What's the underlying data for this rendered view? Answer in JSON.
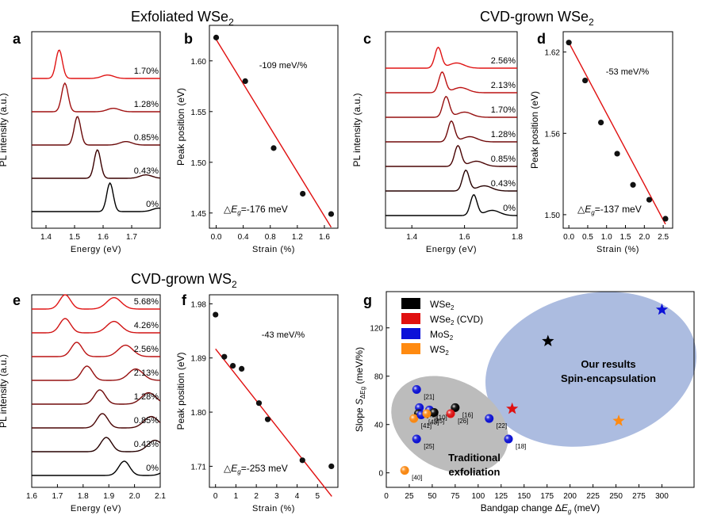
{
  "figure_titles": {
    "exfoliated": "Exfoliated WSe",
    "exfoliated_sub": "2",
    "cvd_wse2": "CVD-grown WSe",
    "cvd_wse2_sub": "2",
    "cvd_ws2": "CVD-grown WS",
    "cvd_ws2_sub": "2"
  },
  "chart_data": [
    {
      "panel": "a",
      "type": "line",
      "xlabel": "Energy (eV)",
      "ylabel": "PL intensity (a.u.)",
      "xlim": [
        1.35,
        1.8
      ],
      "xticks": [
        "1.4",
        "1.5",
        "1.6",
        "1.7"
      ],
      "series": [
        {
          "name": "0%",
          "peak_eV": 1.624,
          "color": "#000000"
        },
        {
          "name": "0.43%",
          "peak_eV": 1.58,
          "color": "#3a0000"
        },
        {
          "name": "0.85%",
          "peak_eV": 1.51,
          "color": "#6a0a0a"
        },
        {
          "name": "1.28%",
          "peak_eV": 1.466,
          "color": "#a01010"
        },
        {
          "name": "1.70%",
          "peak_eV": 1.446,
          "color": "#e01515"
        }
      ]
    },
    {
      "panel": "b",
      "type": "scatter",
      "xlabel": "Strain (%)",
      "ylabel": "Peak position (eV)",
      "xlim": [
        -0.1,
        1.8
      ],
      "ylim": [
        1.435,
        1.635
      ],
      "xticks": [
        "0.0",
        "0.4",
        "0.8",
        "1.2",
        "1.6"
      ],
      "yticks": [
        "1.45",
        "1.50",
        "1.55",
        "1.60"
      ],
      "x": [
        0.0,
        0.43,
        0.85,
        1.28,
        1.7
      ],
      "y": [
        1.623,
        1.58,
        1.514,
        1.469,
        1.449
      ],
      "fit": {
        "x": [
          0.0,
          1.7
        ],
        "y": [
          1.621,
          1.436
        ]
      },
      "annotations": {
        "slope": "-109 meV/%",
        "delta": "=-176 meV"
      }
    },
    {
      "panel": "c",
      "type": "line",
      "xlabel": "Energy (eV)",
      "ylabel": "PL intensity (a.u.)",
      "xlim": [
        1.3,
        1.8
      ],
      "xticks": [
        "1.4",
        "1.6",
        "1.8"
      ],
      "series": [
        {
          "name": "0%",
          "peak_eV": 1.635,
          "color": "#000000"
        },
        {
          "name": "0.43%",
          "peak_eV": 1.605,
          "color": "#260000"
        },
        {
          "name": "0.85%",
          "peak_eV": 1.575,
          "color": "#4a0505"
        },
        {
          "name": "1.28%",
          "peak_eV": 1.55,
          "color": "#700a0a"
        },
        {
          "name": "1.70%",
          "peak_eV": 1.53,
          "color": "#961010"
        },
        {
          "name": "2.13%",
          "peak_eV": 1.515,
          "color": "#bc1212"
        },
        {
          "name": "2.56%",
          "peak_eV": 1.5,
          "color": "#e01515"
        }
      ]
    },
    {
      "panel": "d",
      "type": "scatter",
      "xlabel": "Strain (%)",
      "ylabel": "Peak position (eV)",
      "xlim": [
        -0.15,
        2.75
      ],
      "ylim": [
        1.49,
        1.635
      ],
      "xticks": [
        "0.0",
        "0.5",
        "1.0",
        "1.5",
        "2.0",
        "2.5"
      ],
      "yticks": [
        "1.50",
        "1.56",
        "1.62"
      ],
      "x": [
        0.0,
        0.43,
        0.85,
        1.28,
        1.7,
        2.13,
        2.56
      ],
      "y": [
        1.627,
        1.599,
        1.568,
        1.545,
        1.522,
        1.511,
        1.497
      ],
      "fit": {
        "x": [
          0.0,
          2.56
        ],
        "y": [
          1.627,
          1.493
        ]
      },
      "annotations": {
        "slope": "-53 meV/%",
        "delta": "=-137 meV"
      }
    },
    {
      "panel": "e",
      "type": "line",
      "xlabel": "Energy (eV)",
      "ylabel": "PL intensity (a.u.)",
      "xlim": [
        1.6,
        2.1
      ],
      "xticks": [
        "1.6",
        "1.7",
        "1.8",
        "1.9",
        "2.0",
        "2.1"
      ],
      "series": [
        {
          "name": "0%",
          "peak_eV": 1.96,
          "color": "#000000"
        },
        {
          "name": "0.43%",
          "peak_eV": 1.89,
          "color": "#260000"
        },
        {
          "name": "0.85%",
          "peak_eV": 1.875,
          "color": "#4a0505"
        },
        {
          "name": "1.28%",
          "peak_eV": 1.865,
          "color": "#700a0a"
        },
        {
          "name": "2.13%",
          "peak_eV": 1.815,
          "color": "#961010"
        },
        {
          "name": "2.56%",
          "peak_eV": 1.775,
          "color": "#bc1212"
        },
        {
          "name": "4.26%",
          "peak_eV": 1.73,
          "color": "#d01414"
        },
        {
          "name": "5.68%",
          "peak_eV": 1.73,
          "color": "#e01515"
        }
      ]
    },
    {
      "panel": "f",
      "type": "scatter",
      "xlabel": "Strain (%)",
      "ylabel": "Peak position (eV)",
      "xlim": [
        -0.3,
        6.0
      ],
      "ylim": [
        1.675,
        1.995
      ],
      "xticks": [
        "0",
        "1",
        "2",
        "3",
        "4",
        "5"
      ],
      "yticks": [
        "1.71",
        "1.80",
        "1.89",
        "1.98"
      ],
      "x": [
        0.0,
        0.43,
        0.85,
        1.28,
        2.13,
        2.56,
        4.26,
        5.68
      ],
      "y": [
        1.962,
        1.892,
        1.877,
        1.872,
        1.815,
        1.788,
        1.72,
        1.71
      ],
      "fit": {
        "x": [
          0.0,
          5.7
        ],
        "y": [
          1.905,
          1.66
        ]
      },
      "annotations": {
        "slope": "-43 meV/%",
        "delta": "=-253 meV"
      }
    },
    {
      "panel": "g",
      "type": "scatter",
      "xlabel": "Bandgap change",
      "ylabel": "Slope",
      "xlim": [
        0,
        335
      ],
      "ylim": [
        -12,
        150
      ],
      "xticks": [
        "0",
        "25",
        "50",
        "75",
        "100",
        "125",
        "150",
        "175",
        "200",
        "225",
        "250",
        "275",
        "300"
      ],
      "yticks": [
        "0",
        "40",
        "80",
        "120"
      ],
      "legend": [
        "WSe",
        "WSe",
        "MoS",
        "WS"
      ],
      "legend_colors": [
        "#000000",
        "#e01010",
        "#0b10d8",
        "#ff8a10"
      ],
      "ellipse_labels": {
        "ours1": "Our results",
        "ours2": "Spin-encapsulation",
        "trad1": "Traditional",
        "trad2": "exfoliation"
      },
      "points": [
        {
          "x": 176,
          "y": 109,
          "color": "#000000",
          "marker": "star",
          "label": ""
        },
        {
          "x": 137,
          "y": 53,
          "color": "#e01010",
          "marker": "star",
          "label": ""
        },
        {
          "x": 300,
          "y": 135,
          "color": "#0b10d8",
          "marker": "star",
          "label": ""
        },
        {
          "x": 253,
          "y": 43,
          "color": "#ff8a10",
          "marker": "star",
          "label": ""
        },
        {
          "x": 33,
          "y": 69,
          "color": "#0b10d8",
          "marker": "ball",
          "label": "[21]"
        },
        {
          "x": 36,
          "y": 54,
          "color": "#0b10d8",
          "marker": "ball",
          "label": "[42]"
        },
        {
          "x": 47,
          "y": 52,
          "color": "#0b10d8",
          "marker": "ball",
          "label": "[10]"
        },
        {
          "x": 75,
          "y": 54,
          "color": "#000000",
          "marker": "ball",
          "label": "[16]"
        },
        {
          "x": 52,
          "y": 50,
          "color": "#000000",
          "marker": "ball",
          "label": ""
        },
        {
          "x": 35,
          "y": 49,
          "color": "#000000",
          "marker": "ball",
          "label": ""
        },
        {
          "x": 30,
          "y": 45,
          "color": "#ff8a10",
          "marker": "ball",
          "label": "[41]"
        },
        {
          "x": 38,
          "y": 48,
          "color": "#0b10d8",
          "marker": "ball",
          "label": "[43]"
        },
        {
          "x": 44,
          "y": 49,
          "color": "#ff8a10",
          "marker": "ball",
          "label": "[25]"
        },
        {
          "x": 70,
          "y": 49,
          "color": "#e01010",
          "marker": "ball",
          "label": "[26]"
        },
        {
          "x": 112,
          "y": 45,
          "color": "#0b10d8",
          "marker": "ball",
          "label": "[22]"
        },
        {
          "x": 33,
          "y": 28,
          "color": "#0b10d8",
          "marker": "ball",
          "label": "[25]"
        },
        {
          "x": 133,
          "y": 28,
          "color": "#0b10d8",
          "marker": "ball",
          "label": "[18]"
        },
        {
          "x": 20,
          "y": 2,
          "color": "#ff8a10",
          "marker": "ball",
          "label": "[40]"
        }
      ]
    }
  ]
}
